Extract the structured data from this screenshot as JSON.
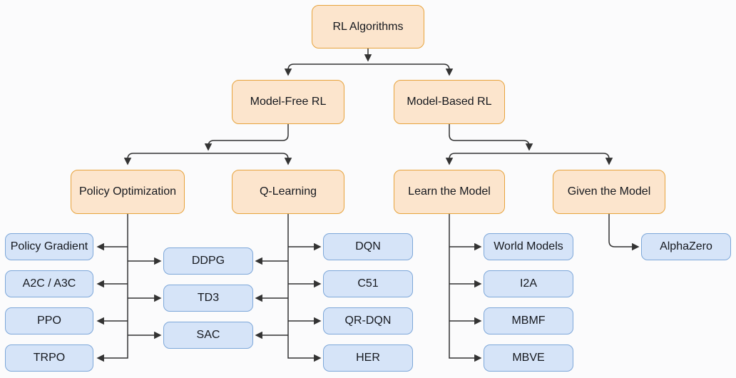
{
  "colors": {
    "background": "#fbfbfc",
    "category_fill": "#fce5cd",
    "category_border": "#e7a33c",
    "algorithm_fill": "#d6e4f8",
    "algorithm_border": "#7da7d9",
    "edge": "#333333",
    "text": "#15181e"
  },
  "nodes": {
    "rl_algorithms": {
      "label": "RL Algorithms"
    },
    "model_free": {
      "label": "Model-Free RL"
    },
    "model_based": {
      "label": "Model-Based RL"
    },
    "policy_optimization": {
      "label": "Policy Optimization"
    },
    "q_learning": {
      "label": "Q-Learning"
    },
    "learn_the_model": {
      "label": "Learn the Model"
    },
    "given_the_model": {
      "label": "Given the Model"
    },
    "policy_gradient": {
      "label": "Policy Gradient"
    },
    "a2c_a3c": {
      "label": "A2C / A3C"
    },
    "ppo": {
      "label": "PPO"
    },
    "trpo": {
      "label": "TRPO"
    },
    "ddpg": {
      "label": "DDPG"
    },
    "td3": {
      "label": "TD3"
    },
    "sac": {
      "label": "SAC"
    },
    "dqn": {
      "label": "DQN"
    },
    "c51": {
      "label": "C51"
    },
    "qr_dqn": {
      "label": "QR-DQN"
    },
    "her": {
      "label": "HER"
    },
    "world_models": {
      "label": "World Models"
    },
    "i2a": {
      "label": "I2A"
    },
    "mbmf": {
      "label": "MBMF"
    },
    "mbve": {
      "label": "MBVE"
    },
    "alphazero": {
      "label": "AlphaZero"
    }
  },
  "edges": [
    {
      "from": "rl_algorithms",
      "to": "model_free"
    },
    {
      "from": "rl_algorithms",
      "to": "model_based"
    },
    {
      "from": "model_free",
      "to": "policy_optimization"
    },
    {
      "from": "model_free",
      "to": "q_learning"
    },
    {
      "from": "model_based",
      "to": "learn_the_model"
    },
    {
      "from": "model_based",
      "to": "given_the_model"
    },
    {
      "from": "policy_optimization",
      "to": "policy_gradient"
    },
    {
      "from": "policy_optimization",
      "to": "a2c_a3c"
    },
    {
      "from": "policy_optimization",
      "to": "ppo"
    },
    {
      "from": "policy_optimization",
      "to": "trpo"
    },
    {
      "from": "policy_optimization",
      "to": "ddpg"
    },
    {
      "from": "policy_optimization",
      "to": "td3"
    },
    {
      "from": "policy_optimization",
      "to": "sac"
    },
    {
      "from": "q_learning",
      "to": "ddpg"
    },
    {
      "from": "q_learning",
      "to": "td3"
    },
    {
      "from": "q_learning",
      "to": "sac"
    },
    {
      "from": "q_learning",
      "to": "dqn"
    },
    {
      "from": "q_learning",
      "to": "c51"
    },
    {
      "from": "q_learning",
      "to": "qr_dqn"
    },
    {
      "from": "q_learning",
      "to": "her"
    },
    {
      "from": "learn_the_model",
      "to": "world_models"
    },
    {
      "from": "learn_the_model",
      "to": "i2a"
    },
    {
      "from": "learn_the_model",
      "to": "mbmf"
    },
    {
      "from": "learn_the_model",
      "to": "mbve"
    },
    {
      "from": "given_the_model",
      "to": "alphazero"
    }
  ]
}
